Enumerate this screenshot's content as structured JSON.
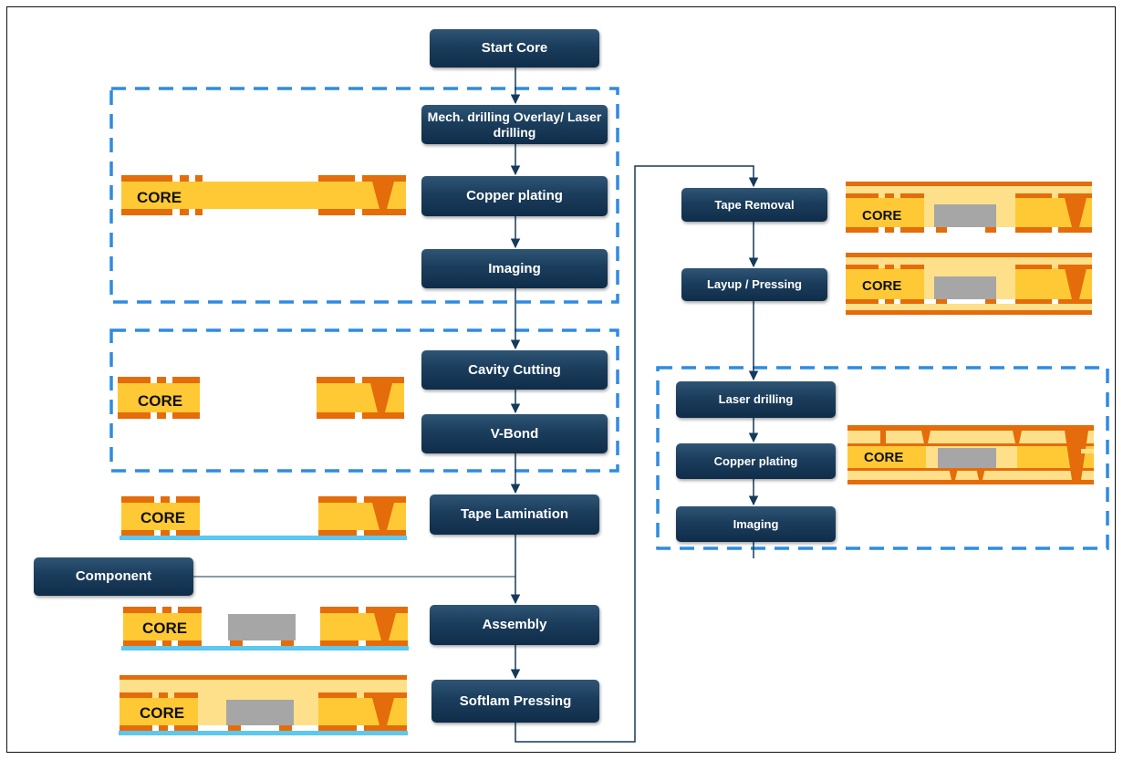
{
  "steps": {
    "start_core": "Start Core",
    "mech_drilling": "Mech. drilling Overlay/ Laser drilling",
    "copper_plating_1": "Copper plating",
    "imaging_1": "Imaging",
    "cavity_cutting": "Cavity Cutting",
    "v_bond": "V-Bond",
    "tape_lamination": "Tape Lamination",
    "component": "Component",
    "assembly": "Assembly",
    "softlam_pressing": "Softlam Pressing",
    "tape_removal": "Tape Removal",
    "layup_pressing": "Layup / Pressing",
    "laser_drilling": "Laser drilling",
    "copper_plating_2": "Copper plating",
    "imaging_2": "Imaging"
  },
  "cross_sections": {
    "core_label": "CORE"
  },
  "colors": {
    "box_dark": "#163a59",
    "group_border": "#2f8be0",
    "copper": "#e46c0a",
    "core": "#ffc935",
    "resin": "#ffe08a",
    "component": "#a6a6a6",
    "tape": "#5bc8f0"
  }
}
